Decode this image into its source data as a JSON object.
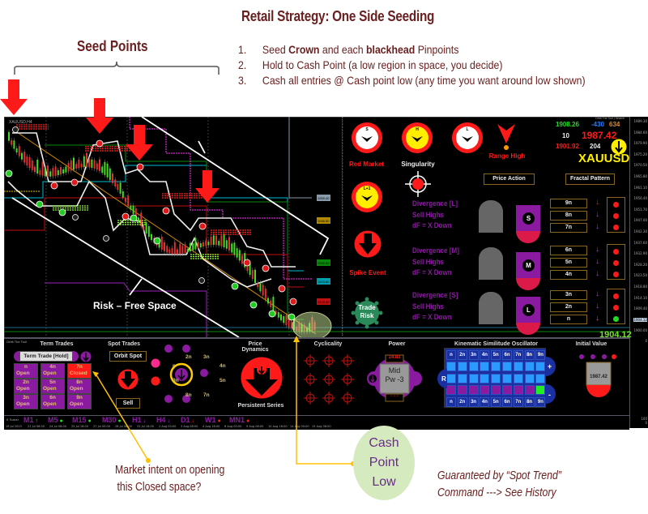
{
  "annotation": {
    "title": "Retail Strategy: One Side Seeding",
    "steps": [
      {
        "num": "1.",
        "parts": [
          "Seed ",
          "Crown",
          " and each ",
          "blackhead",
          " Pinpoints"
        ]
      },
      {
        "num": "2.",
        "text": "Hold to Cash Point (a low region in space, you decide)"
      },
      {
        "num": "3.",
        "text": "Cash all entries @ Cash point low (any time you want around low shown)"
      }
    ],
    "seed_points_label": "Seed Points",
    "risk_free_label": "Risk – Free Space",
    "market_intent": [
      "Market intent on opening",
      "this Closed space?"
    ],
    "cash_point": [
      "Cash",
      "Point",
      "Low"
    ],
    "guaranteed": [
      "Guaranteed by “Spot Trend”",
      "Command ---> See History"
    ]
  },
  "chart": {
    "symbol_tab": "XAUUSD,H4",
    "price_axis": [
      "1989.30",
      "1984.60",
      "1979.90",
      "1975.20",
      "1970.50",
      "1965.80",
      "1961.10",
      "1956.40",
      "1951.70",
      "1947.00",
      "1942.30",
      "1937.60",
      "1932.90",
      "1928.20",
      "1923.50",
      "1918.80",
      "1914.10",
      "1909.40",
      "1904.12",
      "1900.00"
    ],
    "current_price": "1904.12",
    "indicator_axis": [
      "0",
      "100",
      "0"
    ],
    "level_labels": [
      "1955.40",
      "1946.50",
      "1932.00",
      "1923.80",
      "1918.40"
    ],
    "dates": [
      "19 Jul 2023",
      "21 Jul 08:00",
      "24 Jul 08:00",
      "25 Jul 16:00",
      "27 Jul 00:00",
      "28 Jul 08:00",
      "31 Jul 16:00",
      "2 Aug 00:00",
      "3 Aug 08:00",
      "4 Aug 16:00",
      "8 Aug 00:00",
      "9 Aug 08:00",
      "10 Aug 16:00",
      "14 Aug 00:00",
      "15 Aug 08:00"
    ]
  },
  "dashboard": {
    "header_tag": "Orbit The Tool | Search",
    "clocks": [
      {
        "label": "S"
      },
      {
        "label": "H"
      },
      {
        "label": "L"
      },
      {
        "label": "L+1"
      }
    ],
    "red_market": "Red Market",
    "singularity": "Singularity",
    "range_high": "Range High",
    "spike_event": "Spike Event",
    "trade_risk": [
      "Trade",
      "Risk"
    ],
    "stats": {
      "v1": "1908.26",
      "v2": "-430",
      "v3": "634",
      "v4": "10",
      "v5": "1987.42",
      "v6": "1901.92",
      "v7": "204"
    },
    "symbol": "XAUUSD",
    "price_action_btn": "Price Action",
    "fractal_pattern_btn": "Fractal Pattern",
    "divergences": [
      {
        "lines": [
          "Divergence [L]",
          "Sell Highs",
          "dF = X Down"
        ],
        "badge": "S",
        "boxes": [
          "9n",
          "8n",
          "7n"
        ],
        "dots": [
          "#ff1a1a",
          "#ff1a1a",
          "#ff1a1a"
        ]
      },
      {
        "lines": [
          "Divergence [M]",
          "Sell Highs",
          "dF = X Down"
        ],
        "badge": "M",
        "boxes": [
          "6n",
          "5n",
          "4n"
        ],
        "dots": [
          "#ff1a1a",
          "#ff1a1a",
          "#ff1a1a"
        ]
      },
      {
        "lines": [
          "Divergence [S]",
          "Sell Highs",
          "dF = X Down"
        ],
        "badge": "L",
        "boxes": [
          "3n",
          "2n",
          "n"
        ],
        "dots": [
          "#ff1a1a",
          "#ff1a1a",
          "#22dd22"
        ]
      }
    ]
  },
  "bottom_panel": {
    "tag": "Orbit The Tool",
    "term_trades_title": "Term Trades",
    "term_trade_hold": "Term Trade [Hold]",
    "cells": [
      {
        "n": "n",
        "s": "Open"
      },
      {
        "n": "4n",
        "s": "Open"
      },
      {
        "n": "7n",
        "s": "Closed"
      },
      {
        "n": "2n",
        "s": "Open"
      },
      {
        "n": "5n",
        "s": "Open"
      },
      {
        "n": "8n",
        "s": "Open"
      },
      {
        "n": "3n",
        "s": "Open"
      },
      {
        "n": "6n",
        "s": "Open"
      },
      {
        "n": "9n",
        "s": "Open"
      }
    ],
    "spot_trades_title": "Spot Trades",
    "orbit_spot": "Orbit Spot",
    "sell": "Sell",
    "orbit_labels": [
      "2n",
      "3n",
      "4n",
      "5n",
      "7n",
      "8n",
      "9n",
      "n"
    ],
    "price_dynamics_title": "Price Dynamics",
    "persistent_series": "Persistent Series",
    "cyclicality_title": "Cyclicality",
    "power_title": "Power",
    "power_value": "14.83",
    "power_mid": "Mid",
    "power_pw": "Pw -3",
    "power_bottom": "- - -",
    "kso_title": "Kinematic Similitude Oscillator",
    "kso_headers": [
      "n",
      "2n",
      "3n",
      "4n",
      "5n",
      "6n",
      "7n",
      "8n",
      "9n"
    ],
    "kso_plus": "+",
    "kso_minus": "-",
    "kso_r": "R",
    "initial_value_title": "Initial Value",
    "initial_value": "1987.42"
  },
  "timeframes": {
    "tag": "K Solver",
    "items": [
      {
        "label": "M1",
        "sym": "↑",
        "color": "#22dd22"
      },
      {
        "label": "M5",
        "sym": "●",
        "color": "#22dd22"
      },
      {
        "label": "M15",
        "sym": "●",
        "color": "#22dd22"
      },
      {
        "label": "M30",
        "sym": "●",
        "color": "#22dd22"
      },
      {
        "label": "H1",
        "sym": "↓",
        "color": "#b030ff"
      },
      {
        "label": "H4",
        "sym": "↓",
        "color": "#b030ff"
      },
      {
        "label": "D1",
        "sym": "↓",
        "color": "#ff1a1a"
      },
      {
        "label": "W1",
        "sym": "●",
        "color": "#ff1a1a"
      },
      {
        "label": "MN1",
        "sym": "●",
        "color": "#ff1a1a"
      }
    ]
  }
}
